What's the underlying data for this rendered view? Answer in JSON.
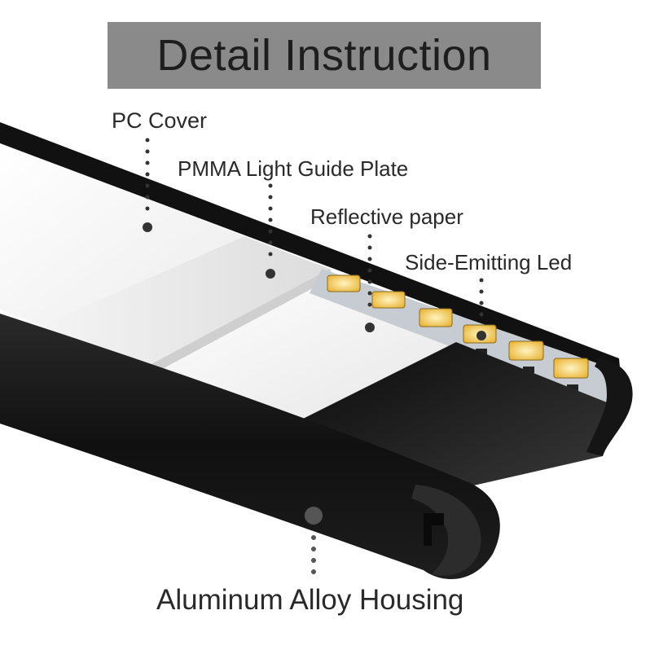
{
  "title": "Detail Instruction",
  "labels": {
    "pc_cover": "PC Cover",
    "pmma": "PMMA Light Guide Plate",
    "reflective": "Reflective paper",
    "led": "Side-Emitting Led",
    "housing": "Aluminum Alloy Housing"
  },
  "colors": {
    "title_background": "#8a8a8a",
    "housing": "#111111",
    "led": "#f5c850"
  }
}
